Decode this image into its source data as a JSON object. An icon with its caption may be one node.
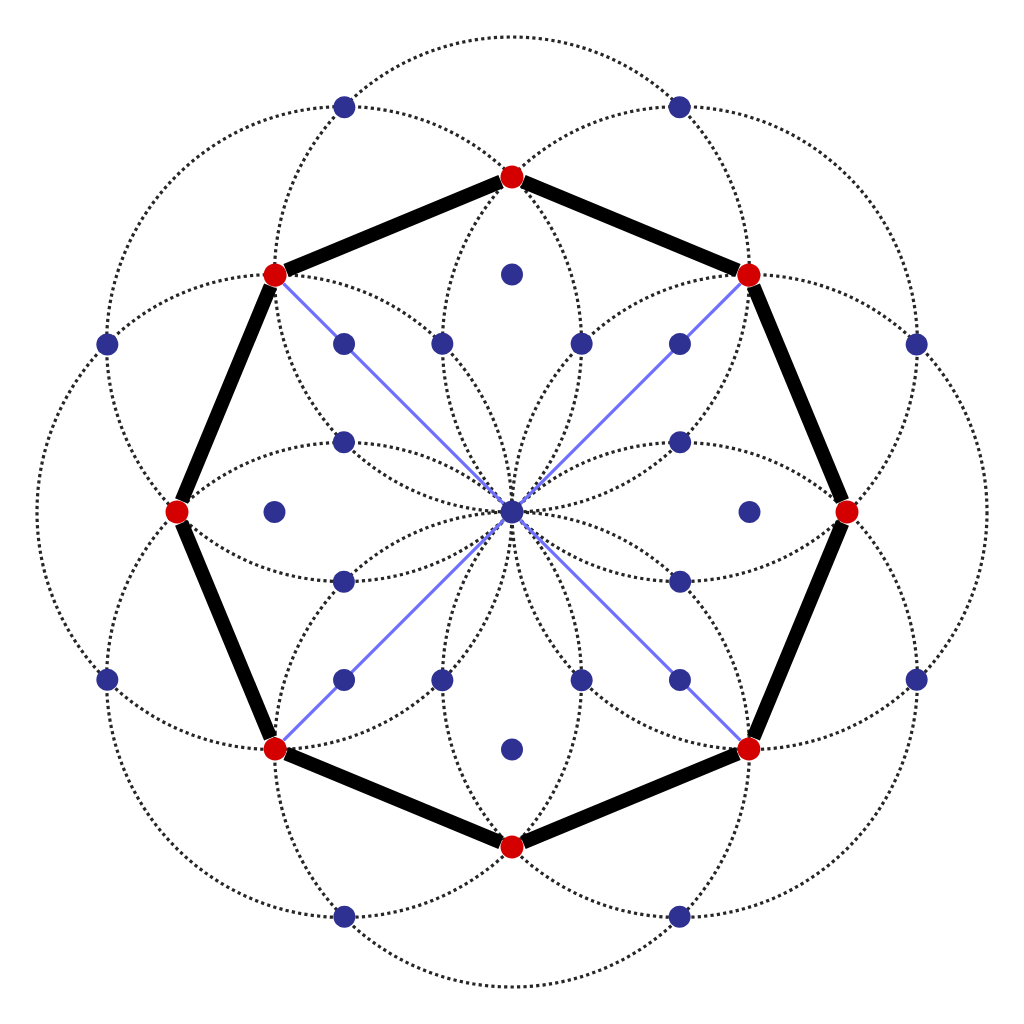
{
  "diagram": {
    "nodes": [
      {
        "text": [],
        "shape": "circle"
      },
      {
        "text": [],
        "shape": "circle"
      },
      {
        "text": [],
        "shape": "circle"
      },
      {
        "text": [],
        "shape": "circle"
      },
      {
        "text": [],
        "shape": "circle"
      },
      {
        "text": [],
        "shape": "circle"
      },
      {
        "text": [],
        "shape": "circle"
      },
      {
        "text": [],
        "shape": "circle"
      },
      {
        "text": [],
        "shape": "circle"
      }
    ],
    "edges": [
      {
        "from": 0,
        "to": 2,
        "arrow": "none"
      },
      {
        "from": 2,
        "to": 5,
        "arrow": "none"
      },
      {
        "from": 5,
        "to": 7,
        "arrow": "none"
      },
      {
        "from": 7,
        "to": 8,
        "arrow": "none"
      },
      {
        "from": 8,
        "to": 6,
        "arrow": "none"
      },
      {
        "from": 6,
        "to": 3,
        "arrow": "none"
      },
      {
        "from": 3,
        "to": 1,
        "arrow": "none"
      },
      {
        "from": 1,
        "to": 0,
        "arrow": "none"
      },
      {
        "from": 1,
        "to": 4,
        "arrow": "none",
        "color": "#7070ff"
      },
      {
        "from": 4,
        "to": 7,
        "arrow": "none",
        "color": "#7070ff"
      },
      {
        "from": 2,
        "to": 4,
        "arrow": "none",
        "color": "#7070ff"
      },
      {
        "from": 4,
        "to": 6,
        "arrow": "none",
        "color": "#7070ff"
      }
    ]
  }
}
